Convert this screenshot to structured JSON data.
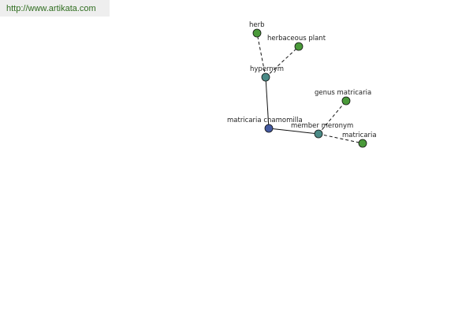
{
  "banner": {
    "url_text": "http://www.artikata.com"
  },
  "colors": {
    "word_node": "#48b",
    "relation_node": "#4a8a86",
    "term_node": "#4a9a3a"
  },
  "graph": {
    "nodes": {
      "matricaria_chamomilla": "matricaria chamomilla",
      "hypernym": "hypernym",
      "herb": "herb",
      "herbaceous_plant": "herbaceous plant",
      "member_meronym": "member meronym",
      "genus_matricaria": "genus matricaria",
      "matricaria": "matricaria"
    }
  }
}
